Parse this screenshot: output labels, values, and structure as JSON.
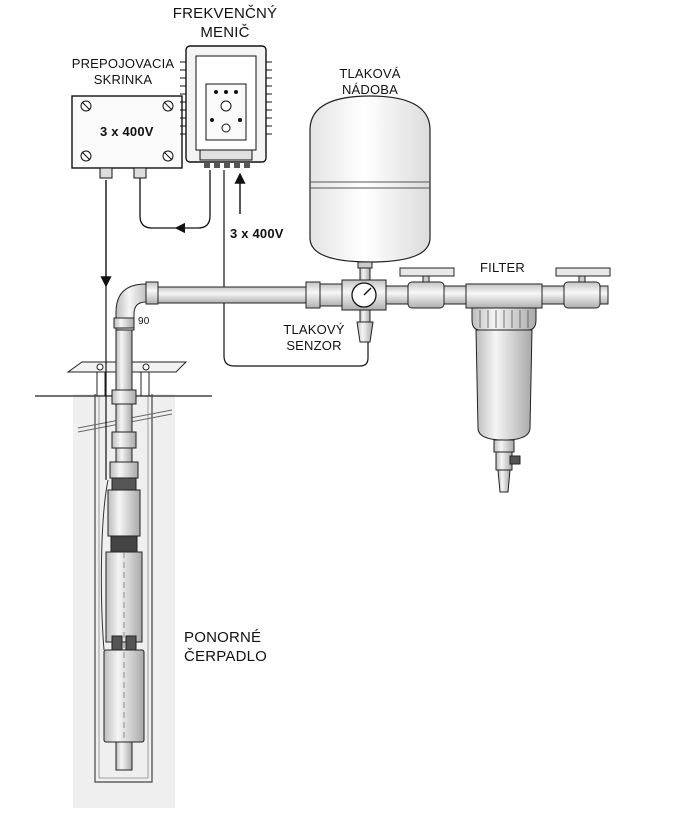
{
  "labels": {
    "inverter_line1": "FREKVENČNÝ",
    "inverter_line2": "MENIČ",
    "junction_line1": "PREPOJOVACIA",
    "junction_line2": "SKRINKA",
    "junction_voltage": "3 x 400V",
    "supply_voltage": "3 x 400V",
    "tank_line1": "TLAKOVÁ",
    "tank_line2": "NÁDOBA",
    "filter": "FILTER",
    "sensor_line1": "TLAKOVÝ",
    "sensor_line2": "SENZOR",
    "elbow_angle": "90",
    "pump_line1": "PONORNÉ",
    "pump_line2": "ČERPADLO"
  },
  "colors": {
    "line": "#1a1a1a",
    "well_fill": "#eeeeee",
    "metal": "#d9d9d9"
  }
}
